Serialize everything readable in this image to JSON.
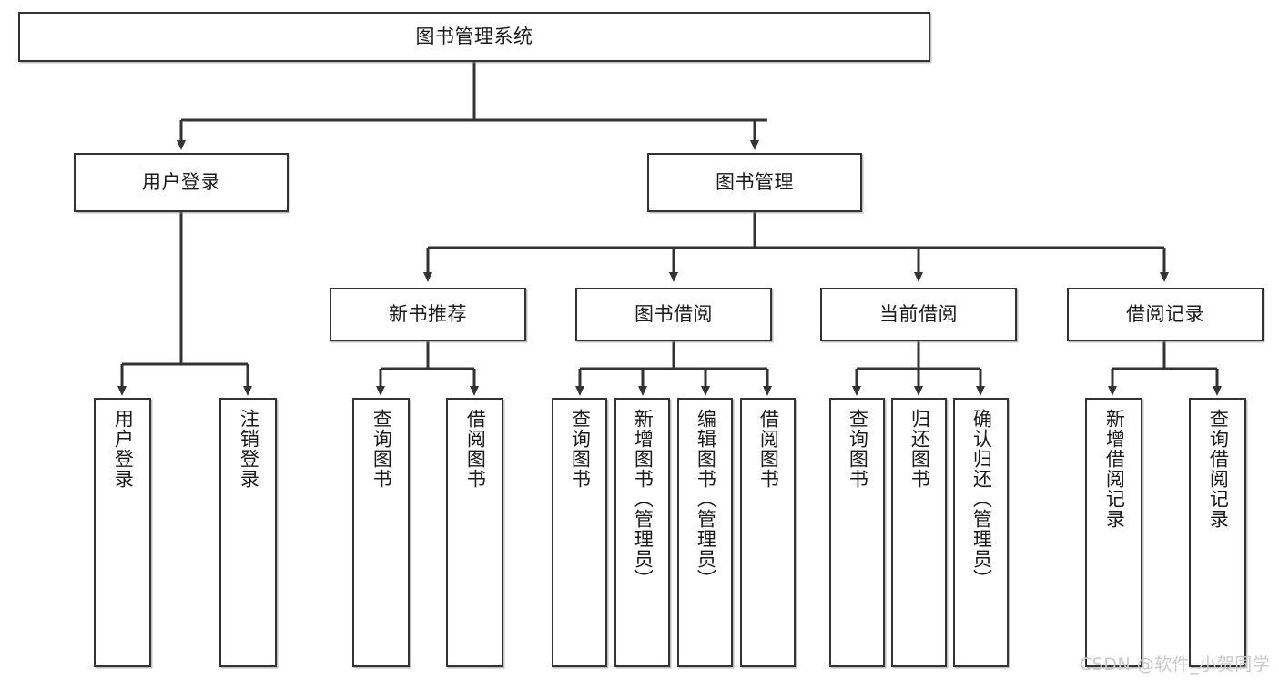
{
  "diagram": {
    "type": "tree",
    "title": "图书管理系统",
    "root": {
      "label": "图书管理系统"
    },
    "level2": [
      {
        "label": "用户登录"
      },
      {
        "label": "图书管理"
      }
    ],
    "level3": [
      {
        "label": "新书推荐"
      },
      {
        "label": "图书借阅"
      },
      {
        "label": "当前借阅"
      },
      {
        "label": "借阅记录"
      }
    ],
    "leaves": [
      {
        "label": "用户登录",
        "parent": "用户登录"
      },
      {
        "label": "注销登录",
        "parent": "用户登录"
      },
      {
        "label": "查询图书",
        "parent": "新书推荐"
      },
      {
        "label": "借阅图书",
        "parent": "新书推荐"
      },
      {
        "label": "查询图书",
        "parent": "图书借阅"
      },
      {
        "label": "新增图书（管理员）",
        "parent": "图书借阅"
      },
      {
        "label": "编辑图书（管理员）",
        "parent": "图书借阅"
      },
      {
        "label": "借阅图书",
        "parent": "图书借阅"
      },
      {
        "label": "查询图书",
        "parent": "当前借阅"
      },
      {
        "label": "归还图书",
        "parent": "当前借阅"
      },
      {
        "label": "确认归还（管理员）",
        "parent": "当前借阅"
      },
      {
        "label": "新增借阅记录",
        "parent": "借阅记录"
      },
      {
        "label": "查询借阅记录",
        "parent": "借阅记录"
      }
    ]
  },
  "watermark": {
    "text": "CSDN @软件_小贺同学"
  },
  "colors": {
    "box_border": "#333333",
    "box_fill": "#ffffff",
    "edge": "#333333",
    "text": "#1a1a1a",
    "watermark": "#c9c9c9",
    "background": "#ffffff"
  }
}
